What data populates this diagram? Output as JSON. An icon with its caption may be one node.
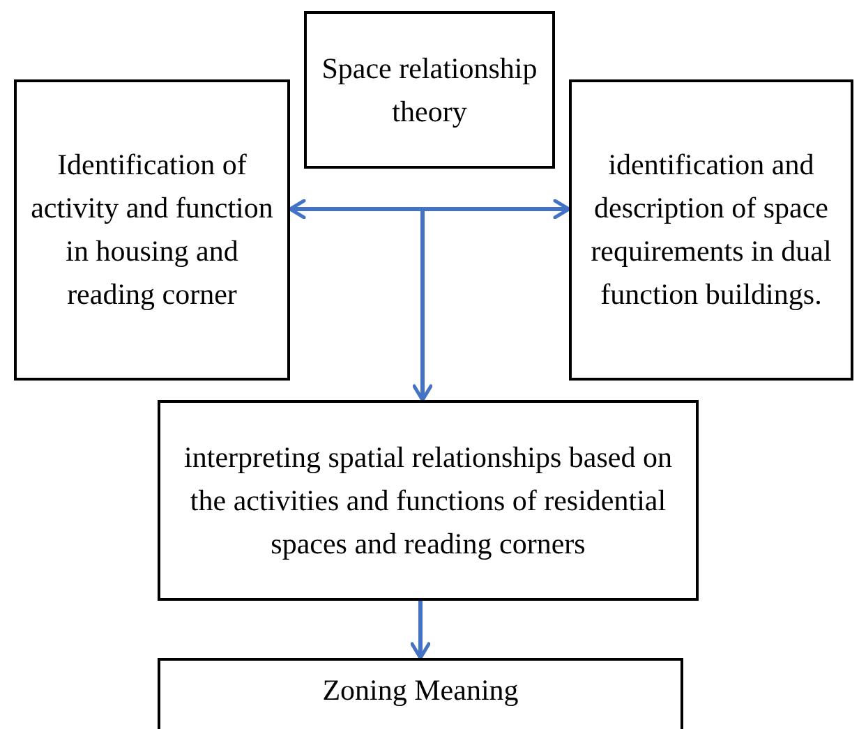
{
  "diagram": {
    "nodes": [
      {
        "text": [
          "Space relationship theory"
        ]
      },
      {
        "text": [
          "Identification of activity and function in housing and reading corner"
        ]
      },
      {
        "text": [
          "identification and description of space requirements in dual function buildings."
        ]
      },
      {
        "text": [
          "interpreting spatial relationships based on the activities and functions of residential spaces and reading corners"
        ]
      },
      {
        "text": [
          "Zoning Meaning"
        ]
      }
    ],
    "edges": [
      {
        "from": 1,
        "to": 2,
        "arrow": "both"
      },
      {
        "from": null,
        "to": 3,
        "arrow": "to"
      },
      {
        "from": 3,
        "to": 4,
        "arrow": "to"
      }
    ]
  }
}
